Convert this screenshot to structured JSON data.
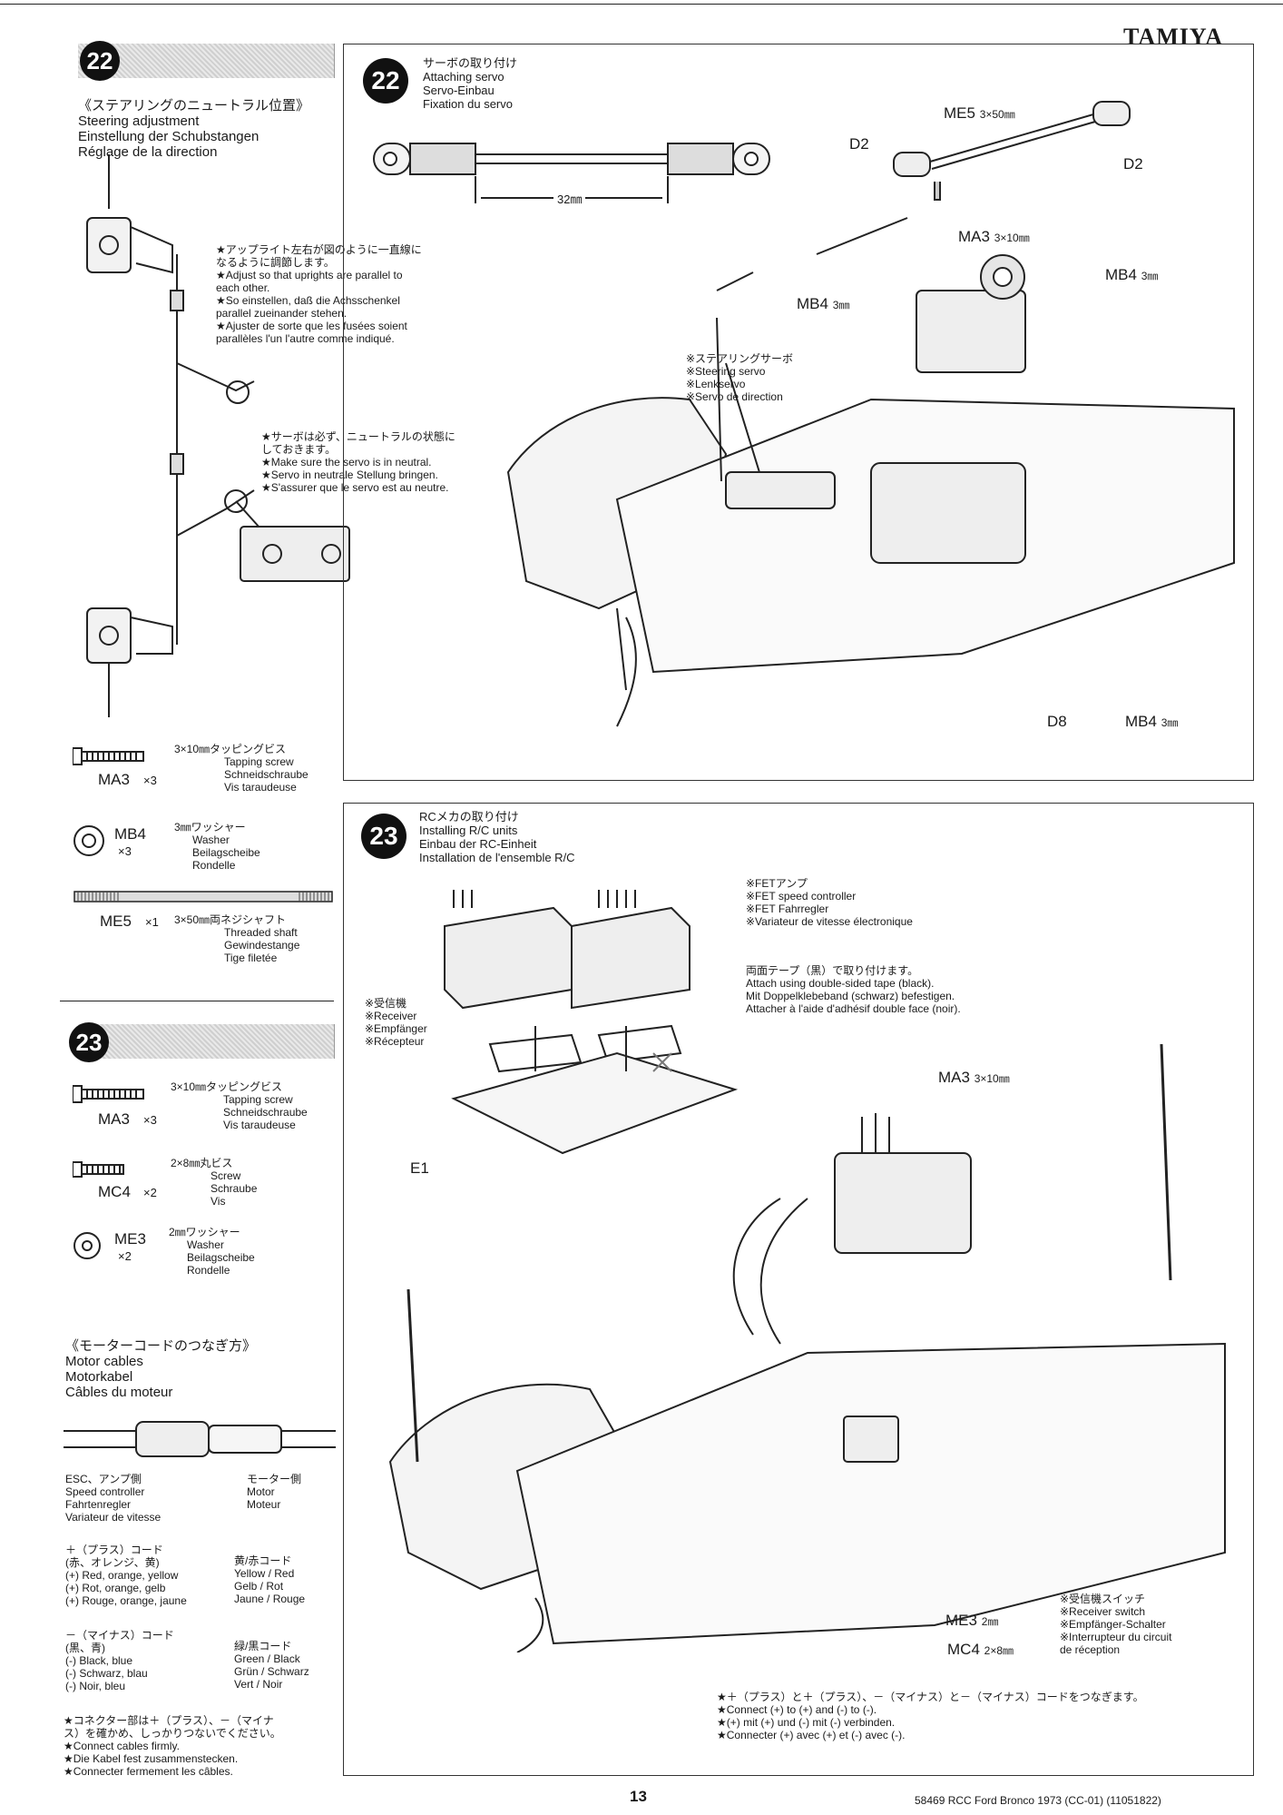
{
  "brand": "TAMIYA",
  "page_number": "13",
  "footer_code": "58469 RCC Ford Bronco 1973 (CC-01) (11051822)",
  "step22": {
    "number": "22",
    "left_title": [
      "《ステアリングのニュートラル位置》",
      "Steering adjustment",
      "Einstellung der Schubstangen",
      "Réglage de la direction"
    ],
    "uprights_note": [
      "★アップライト左右が図のように一直線に",
      "なるように調節します。",
      "★Adjust so that uprights are parallel to",
      "each other.",
      "★So einstellen, daß die Achsschenkel",
      "parallel zueinander stehen.",
      "★Ajuster de sorte que les fusées soient",
      "parallèles l'un l'autre comme indiqué."
    ],
    "servo_note": [
      "★サーボは必ず、ニュートラルの状態に",
      "しておきます。",
      "★Make sure the servo is in neutral.",
      "★Servo in neutrale Stellung bringen.",
      "★S'assurer que le servo est au neutre."
    ],
    "title": [
      "サーボの取り付け",
      "Attaching servo",
      "Servo-Einbau",
      "Fixation du servo"
    ],
    "rod_length": "32㎜",
    "labels": {
      "me5": "ME5",
      "me5_size": "3×50㎜",
      "d2a": "D2",
      "d2b": "D2",
      "ma3": "MA3",
      "ma3_size": "3×10㎜",
      "mb4a": "MB4",
      "mb4a_size": "3㎜",
      "mb4b": "MB4",
      "mb4b_size": "3㎜",
      "mb4c": "MB4",
      "mb4c_size": "3㎜",
      "d8": "D8"
    },
    "servo_label": [
      "※ステアリングサーボ",
      "※Steering servo",
      "※Lenkservo",
      "※Servo de direction"
    ]
  },
  "parts22": [
    {
      "code": "MA3",
      "qty": "×3",
      "desc": [
        "3×10㎜タッピングビス",
        "Tapping screw",
        "Schneidschraube",
        "Vis taraudeuse"
      ],
      "icon": "screw"
    },
    {
      "code": "MB4",
      "qty": "×3",
      "desc": [
        "3㎜ワッシャー",
        "Washer",
        "Beilagscheibe",
        "Rondelle"
      ],
      "icon": "washer"
    },
    {
      "code": "ME5",
      "qty": "×1",
      "desc": [
        "3×50㎜両ネジシャフト",
        "Threaded shaft",
        "Gewindestange",
        "Tige filetée"
      ],
      "icon": "shaft"
    }
  ],
  "step23": {
    "number": "23",
    "title": [
      "RCメカの取り付け",
      "Installing R/C units",
      "Einbau der RC-Einheit",
      "Installation de l'ensemble R/C"
    ],
    "fet_label": [
      "※FETアンプ",
      "※FET speed controller",
      "※FET Fahrregler",
      "※Variateur de vitesse électronique"
    ],
    "tape_label": [
      "両面テープ（黒）で取り付けます。",
      "Attach using double-sided tape (black).",
      "Mit Doppelklebeband (schwarz) befestigen.",
      "Attacher à l'aide d'adhésif double face (noir)."
    ],
    "receiver_label": [
      "※受信機",
      "※Receiver",
      "※Empfänger",
      "※Récepteur"
    ],
    "e1": "E1",
    "ma3": "MA3",
    "ma3_size": "3×10㎜",
    "me3": "ME3",
    "me3_size": "2㎜",
    "mc4": "MC4",
    "mc4_size": "2×8㎜",
    "switch_label": [
      "※受信機スイッチ",
      "※Receiver switch",
      "※Empfänger-Schalter",
      "※Interrupteur du circuit",
      "de réception"
    ],
    "connect_note": [
      "★＋（プラス）と＋（プラス）、－（マイナス）と－（マイナス）コードをつなぎます。",
      "★Connect (+) to (+) and (-) to (-).",
      "★(+) mit (+) und (-) mit (-) verbinden.",
      "★Connecter (+) avec (+) et (-) avec (-)."
    ]
  },
  "parts23": [
    {
      "code": "MA3",
      "qty": "×3",
      "desc": [
        "3×10㎜タッピングビス",
        "Tapping screw",
        "Schneidschraube",
        "Vis taraudeuse"
      ],
      "icon": "screw"
    },
    {
      "code": "MC4",
      "qty": "×2",
      "desc": [
        "2×8㎜丸ビス",
        "Screw",
        "Schraube",
        "Vis"
      ],
      "icon": "screw"
    },
    {
      "code": "ME3",
      "qty": "×2",
      "desc": [
        "2㎜ワッシャー",
        "Washer",
        "Beilagscheibe",
        "Rondelle"
      ],
      "icon": "washer"
    }
  ],
  "motor_cable": {
    "title": [
      "《モーターコードのつなぎ方》",
      "Motor cables",
      "Motorkabel",
      "Câbles du moteur"
    ],
    "esc_side": [
      "ESC、アンプ側",
      "Speed controller",
      "Fahrtenregler",
      "Variateur de vitesse"
    ],
    "motor_side": [
      "モーター側",
      "Motor",
      "Moteur"
    ],
    "plus_code": [
      "＋（プラス）コード",
      "(赤、オレンジ、黄)",
      "(+) Red, orange, yellow",
      "(+) Rot, orange, gelb",
      "(+) Rouge, orange, jaune"
    ],
    "plus_motor": [
      "黄/赤コード",
      "Yellow / Red",
      "Gelb / Rot",
      "Jaune / Rouge"
    ],
    "minus_code": [
      "－（マイナス）コード",
      "(黒、青)",
      "(-) Black, blue",
      "(-) Schwarz, blau",
      "(-) Noir, bleu"
    ],
    "minus_motor": [
      "緑/黒コード",
      "Green / Black",
      "Grün / Schwarz",
      "Vert / Noir"
    ],
    "note": [
      "★コネクター部は＋（プラス）、－（マイナ",
      "ス）を確かめ、しっかりつないでください。",
      "★Connect cables firmly.",
      "★Die Kabel fest zusammenstecken.",
      "★Connecter fermement les câbles."
    ]
  }
}
